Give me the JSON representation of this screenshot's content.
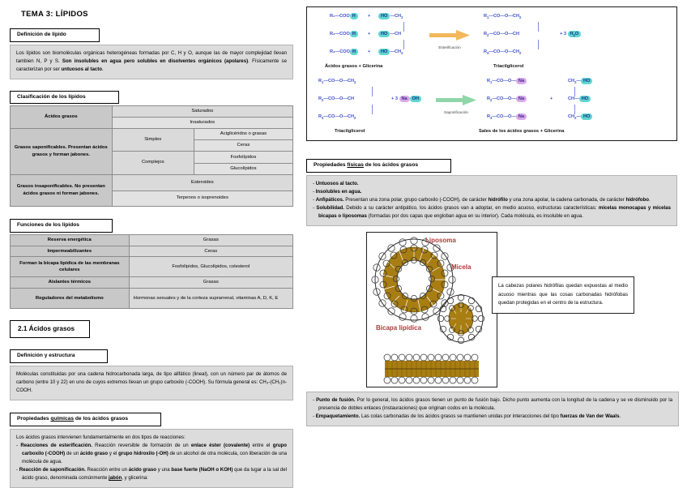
{
  "title": "TEMA 3: LÍPIDOS",
  "left": {
    "definicion_chip": "Definición de lípido",
    "definicion_text_1": "Los lípidos son biomoléculas orgánicas heterogéneas formadas por C, H y O, aunque las de mayor complejidad llevan tambien N, P y S. ",
    "definicion_text_bold_1": "Son insolubles en agua pero solubles en disolventes orgánicos (apolares)",
    "definicion_text_2": ". Físicamente se caracterizan por ser ",
    "definicion_text_bold_2": "untuosos al tacto",
    "definicion_text_3": ".",
    "clasificacion_chip": "Clasificación de los lípidos",
    "clasificacion_rows": {
      "acidos_grasos": "Ácidos grasos",
      "saturados": "Saturados",
      "insaturados": "Insaturados",
      "saponificables": "Grasos saponificables. Presentan ácidos grasos y forman jabones.",
      "simples": "Simples",
      "complejos": "Complejos",
      "aciglicéridos": "Aciglicéridos o grasas",
      "ceras": "Ceras",
      "fosfolipidos": "Fosfolípidos",
      "glucolipidos": "Glucolípidos",
      "insaponificables": "Grasos insaponificables. No presentan ácidos grasos ni forman jabones.",
      "esteroides": "Esteroides",
      "terpenos": "Terpenos o isoprenoides"
    },
    "funciones_chip": "Funciones de los lípidos",
    "funciones_rows": [
      {
        "funcion": "Reserva energética",
        "ejemplo": "Grasas"
      },
      {
        "funcion": "Impermeabilizantes",
        "ejemplo": "Ceras"
      },
      {
        "funcion": "Forman la bicapa lipídica de las membranas celulares",
        "ejemplo": "Fosfolípidos, Glucolípidos, colesterol"
      },
      {
        "funcion": "Aislantes térmicos",
        "ejemplo": "Grasas"
      },
      {
        "funcion": "Reguladores del metabolismo",
        "ejemplo": "Hormonas sexuales y de la corteza suprarrenal, vitaminas A, D, K, E"
      }
    ],
    "seccion_21": "2.1 Ácidos grasos",
    "def_estructura_chip": "Definición y estructura",
    "def_estructura_text": "Moléculas constituidas por una cadena hidrocarbonada larga, de tipo alifático (lineal), con un número par de átomos de carbono (entre 10 y 22) en uno de cuyos extremos llevan un grupo carboxilo (-COOH). Su fórmula general es: CH₃-(CH₂)n-COOH.",
    "prop_quimicas_chip_a": "Propiedades ",
    "prop_quimicas_chip_u": "químicas",
    "prop_quimicas_chip_b": " de los ácidos grasos",
    "quimicas_intro": "Los ácidos grasos intervienen fundamentalmente en dos tipos de reacciones:",
    "quimicas_items": [
      {
        "bold_lead": "Reacciones de esterificación.",
        "t1": " Reacción reversible de formación de un ",
        "b1": "enlace éster (covalente)",
        "t2": " entre el ",
        "b2": "grupo carboxilo (-COOH)",
        "t3": " de un ",
        "b3": "ácido graso",
        "t4": " y el ",
        "b4": "grupo hidroxilo (-OH)",
        "t5": " de un alcohol de otra molécula, con liberación de una molécula de agua."
      },
      {
        "bold_lead": "Reacción de saponificación.",
        "t1": " Reacción entre un ",
        "b1": "ácido graso",
        "t2": " y una ",
        "b2": "base fuerte (NaOH o KOH)",
        "t3": " que da lugar a la sal del ácido graso, denominada comúnmente ",
        "b3": "jabón",
        "t4": ", y glicerina:"
      }
    ]
  },
  "right": {
    "esterificacion": {
      "reactant_acids": [
        {
          "r": "R₁",
          "group": "COOH"
        },
        {
          "r": "R₂",
          "group": "COOH"
        },
        {
          "r": "R₃",
          "group": "COOH"
        }
      ],
      "glycerol_arms": [
        "HO—CH₂",
        "HO—CH",
        "HO—CH₂"
      ],
      "arrow_label": "Esterificación",
      "products": [
        "R₁—CO—O—CH₂",
        "R₂—CO—O—CH",
        "R₃—CO—O—CH₂"
      ],
      "water": "3 H₂O",
      "plus": "+",
      "left_caption": "Ácidos grasos  +  Glicerina",
      "right_caption": "Triacilglicerol"
    },
    "saponificacion": {
      "reactants": [
        "R₁—CO—O—CH₂",
        "R₂—CO—O—CH",
        "R₃—CO—O—CH₂"
      ],
      "base": "3 NaOH",
      "base_na": "Na",
      "base_oh": "OH",
      "arrow_label": "Saponificación",
      "salts": [
        "R₁—CO—O—Na",
        "R₂—CO—O—Na",
        "R₃—CO—O—Na"
      ],
      "glycerol": [
        "CH₂—HO",
        "CH—HO",
        "CH₂—HO"
      ],
      "left_caption": "Triacilglicerol",
      "right_caption": "Sales de los ácidos grasos  +  Glicerina"
    },
    "prop_fisicas_chip_a": "Propiedades ",
    "prop_fisicas_chip_u": "físicas",
    "prop_fisicas_chip_b": " de los ácidos grasos",
    "fisicas_items": [
      {
        "bold_lead": "Untuosos al tacto.",
        "rest": ""
      },
      {
        "bold_lead": "Insolubles en agua.",
        "rest": ""
      },
      {
        "bold_lead": "Anfipáticos.",
        "t1": " Presentan una zona polar, grupo carboxilo (-COOH), de carácter ",
        "b1": "hidrófilo",
        "t2": " y una zona apolar, la cadena carbonada, de carácter ",
        "b2": "hidrófobo",
        "t3": "."
      },
      {
        "bold_lead": "Solubilidad.",
        "t1": " Debido a su carácter antipático, los ácidos grasos van a adoptar, en medio acuoso, estructuras características: ",
        "b1": "micelas monocapas y micelas bicapas o liposomas",
        "t2": " (formadas por dos capas que engloban agua en su interior). Cada molécula, es insoluble en agua."
      }
    ],
    "figura": {
      "liposoma": "Liposoma",
      "micela": "Micela",
      "bicapa": "Bicapa lipídica"
    },
    "callout_text": "La cabezas polares hidrófilas quedan expuestas al medio acuoso mientras que las cosas carbonadas hidrófobas quedan protegidas en el centro de la estructura.",
    "fusion_items": [
      {
        "bold_lead": "Punto de fusión.",
        "t1": " Por lo general, los ácidos grasos tienen un punto de fusión bajo. Dicho punto aumenta con la longitud de la cadena y se ve disminuido por la presencia de dobles enlaces (instauraciones) que originan codos en la molécula."
      },
      {
        "bold_lead": "Empaquetamiento.",
        "t1": " Las colas carbonadas de los ácidos grasos se mantienen unidas por interacciones del tipo ",
        "b1": "fuerzas de Van der Waals",
        "t2": "."
      }
    ]
  },
  "colors": {
    "mol_blue": "#3b4ccc",
    "highlight_teal": "#5fd6d0",
    "highlight_purple": "#d9a9ea",
    "label_red": "#b03a3a",
    "lipid_gold": "#a87d12",
    "box_grey": "#dcdcdc"
  }
}
